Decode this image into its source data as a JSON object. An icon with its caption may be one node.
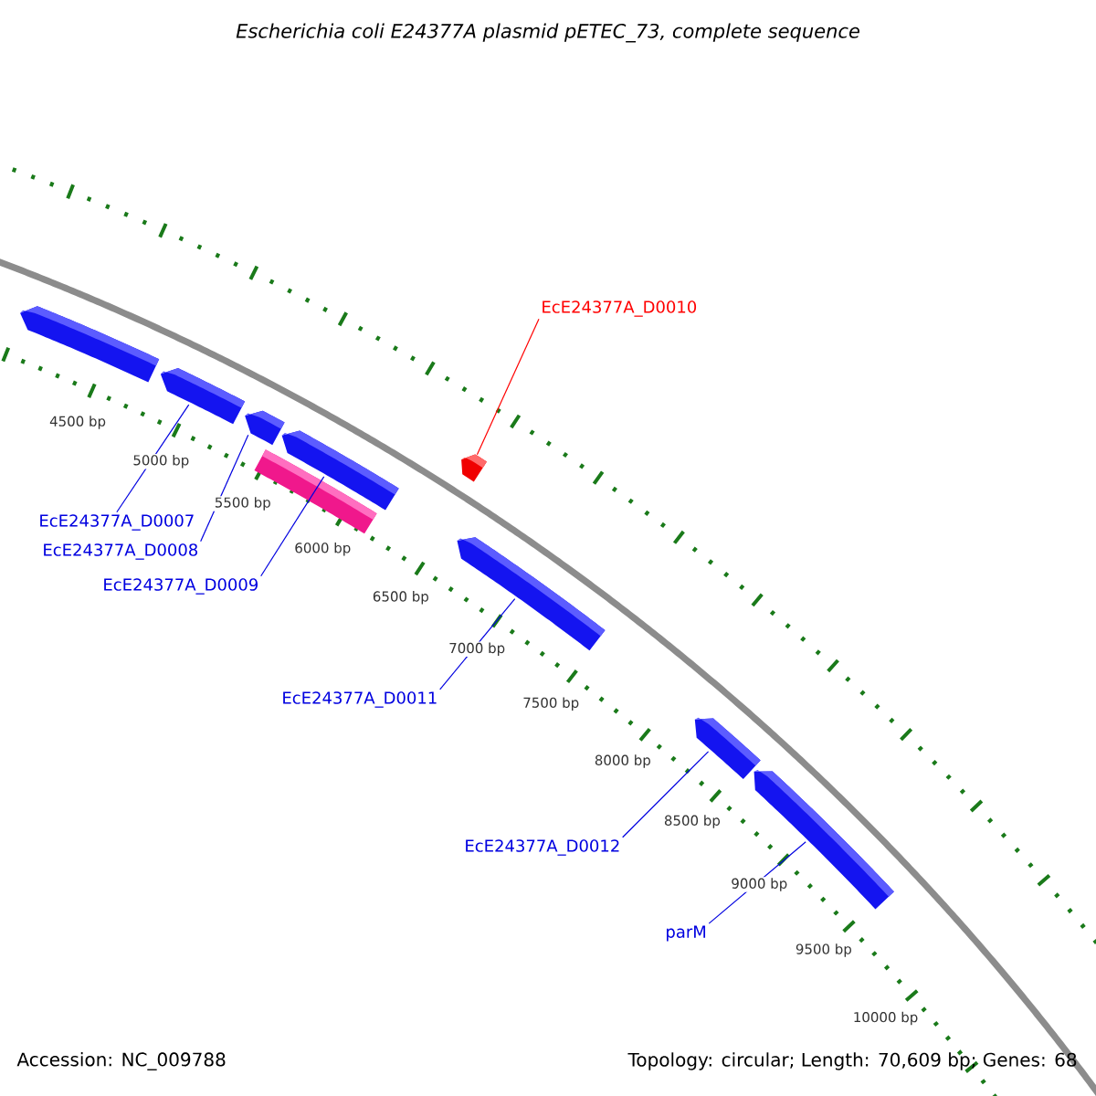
{
  "diagram": {
    "title": "Escherichia coli E24377A plasmid pETEC_73, complete sequence",
    "nodes": [
      {
        "text": [
          "EcE24377A_D0010"
        ]
      },
      {
        "text": [
          "EcE24377A_D0007"
        ]
      },
      {
        "text": [
          "EcE24377A_D0008"
        ]
      },
      {
        "text": [
          "EcE24377A_D0009"
        ]
      },
      {
        "text": [
          "EcE24377A_D0011"
        ]
      },
      {
        "text": [
          "EcE24377A_D0012"
        ]
      },
      {
        "text": [
          "parM"
        ]
      },
      {
        "text": [],
        "shape": "arrow"
      },
      {
        "text": [],
        "shape": "arrow"
      },
      {
        "text": [],
        "shape": "arrow"
      },
      {
        "text": [],
        "shape": "arrow"
      },
      {
        "text": [],
        "shape": "bar"
      },
      {
        "text": [],
        "shape": "arrow"
      },
      {
        "text": [],
        "shape": "arrow"
      },
      {
        "text": [],
        "shape": "arrow"
      },
      {
        "text": [],
        "shape": "arrow"
      }
    ],
    "edges": [
      {
        "from": 0,
        "to": 12,
        "arrow": "none",
        "color": "#ff0000"
      },
      {
        "from": 1,
        "to": 8,
        "arrow": "none"
      },
      {
        "from": 2,
        "to": 9,
        "arrow": "none"
      },
      {
        "from": 3,
        "to": 10,
        "arrow": "none"
      },
      {
        "from": 4,
        "to": 13,
        "arrow": "none"
      },
      {
        "from": 5,
        "to": 14,
        "arrow": "none"
      },
      {
        "from": 6,
        "to": 15,
        "arrow": "none"
      }
    ],
    "labels": [
      "4500 bp",
      "5000 bp",
      "5500 bp",
      "6000 bp",
      "6500 bp",
      "7000 bp",
      "7500 bp",
      "8000 bp",
      "8500 bp",
      "9000 bp",
      "9500 bp",
      "10000 bp",
      "Accession: NC_009788",
      "Topology: circular; Length: 70,609 bp; Genes: 68"
    ]
  }
}
